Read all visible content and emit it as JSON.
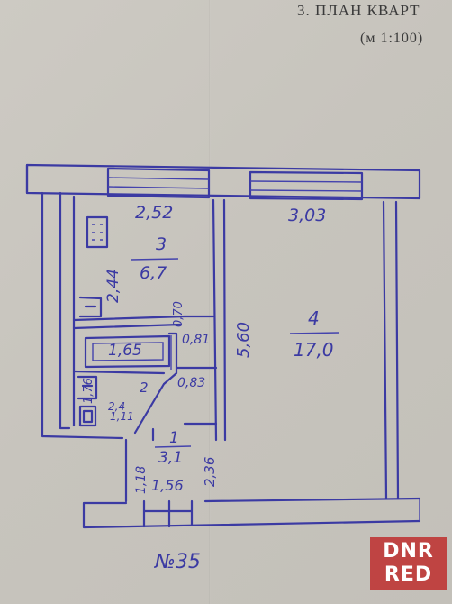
{
  "header": {
    "title": "3. ПЛАН КВАРТ",
    "scale": "(м 1:100)"
  },
  "rooms": [
    {
      "number": "3",
      "area": "6,7"
    },
    {
      "number": "4",
      "area": "17,0"
    },
    {
      "number": "2",
      "area": ""
    },
    {
      "number": "1",
      "area": "3,1"
    }
  ],
  "dimensions": {
    "kitchen_width": "2,52",
    "room_width": "3,03",
    "kitchen_depth": "2,44",
    "room_depth": "5,60",
    "bath_length": "1,65",
    "d070": "0,70",
    "d081": "0,81",
    "d083": "0,83",
    "d176": "1,76",
    "d24": "2,4",
    "d111": "1,11",
    "d118": "1,18",
    "d156": "1,56",
    "d236": "2,36"
  },
  "footer": {
    "apartment_no": "№35"
  },
  "watermark": {
    "line1": "DNR",
    "line2": "RED"
  },
  "colors": {
    "ink": "#3b3aa3",
    "paper": "#c9c6bf",
    "watermark": "#be2828"
  }
}
